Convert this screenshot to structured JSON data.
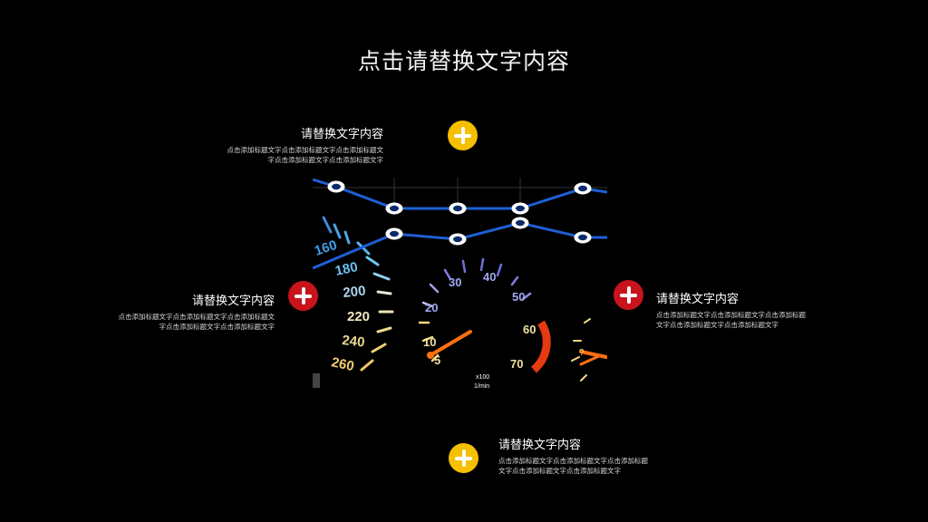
{
  "title": "点击请替换文字内容",
  "colors": {
    "background": "#000000",
    "plus_yellow": "#f5c000",
    "plus_red": "#c8141c",
    "line": "#1f5fd6"
  },
  "blocks": {
    "top": {
      "heading": "请替换文字内容",
      "desc_line1": "点击添加标题文字点击添加标题文字点击添加标题文",
      "desc_line2": "字点击添加标题文字点击添加标题文字"
    },
    "left": {
      "heading": "请替换文字内容",
      "desc_line1": "点击添加标题文字点击添加标题文字点击添加标题文",
      "desc_line2": "字点击添加标题文字点击添加标题文字"
    },
    "right": {
      "heading": "请替换文字内容",
      "desc_line1": "点击添加标题文字点击添加标题文字点击添加标题",
      "desc_line2": "文字点击添加标题文字点击添加标题文字"
    },
    "bottom": {
      "heading": "请替换文字内容",
      "desc_line1": "点击添加标题文字点击添加标题文字点击添加标题",
      "desc_line2": "文字点击添加标题文字点击添加标题文字"
    }
  },
  "gauge": {
    "speed_ticks": [
      "160",
      "180",
      "200",
      "220",
      "240",
      "260"
    ],
    "rpm_ticks": [
      "5",
      "10",
      "20",
      "30",
      "40",
      "50",
      "60",
      "70"
    ],
    "rpm_unit_line1": "x100",
    "rpm_unit_line2": "1/min",
    "small_gauge_tick": "?"
  },
  "icons": {
    "plus": "plus-circle-icon"
  }
}
